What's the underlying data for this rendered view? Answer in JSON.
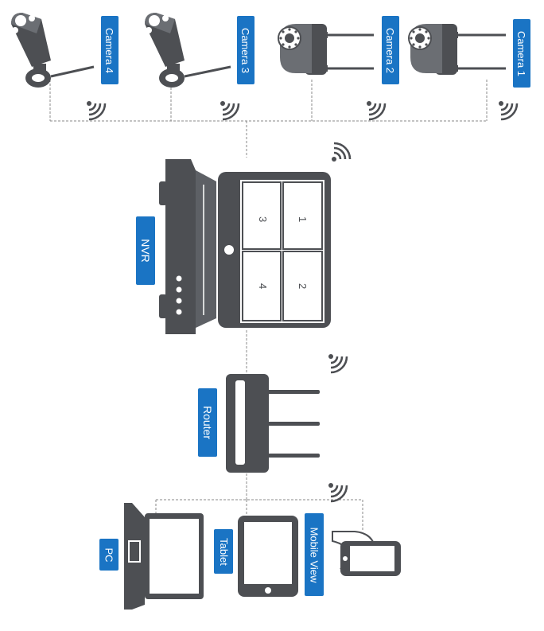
{
  "cameras": [
    {
      "label": "Camera 4"
    },
    {
      "label": "Camera 3"
    },
    {
      "label": "Camera 2"
    },
    {
      "label": "Camera 1"
    }
  ],
  "nvr": {
    "label": "NVR",
    "channels": [
      "1",
      "2",
      "3",
      "4"
    ]
  },
  "router": {
    "label": "Router"
  },
  "clients": {
    "pc": "PC",
    "tablet": "Tablet",
    "mobile": "Mobile View"
  },
  "colors": {
    "label_bg": "#1a74c4",
    "device": "#4d4f53",
    "line": "#8a8a8a"
  }
}
